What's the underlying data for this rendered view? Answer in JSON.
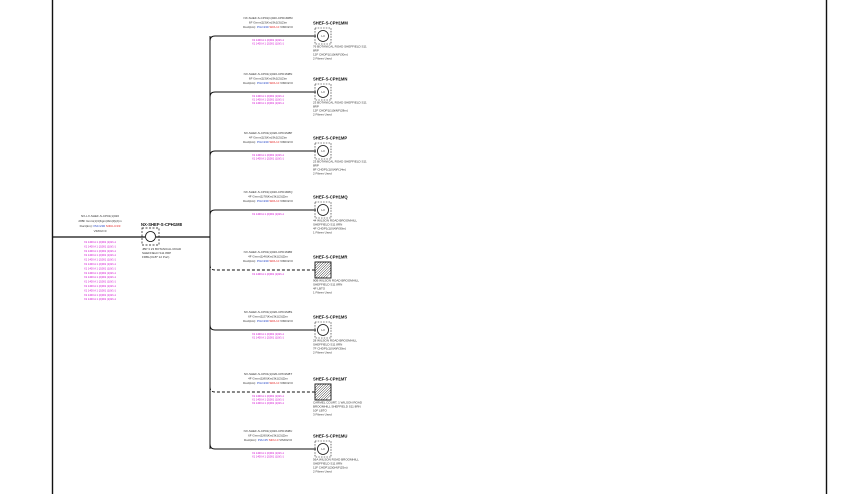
{
  "source": {
    "line1": "NX-LX-SHEF-S-CP01(1)020",
    "line2": "288F Gmm(1)3(Kgm)3k1(3)(2)m",
    "duct_prefix": "Duct(km):",
    "duct_blue": "PIA=230",
    "duct_red": "SIDU-C3/3",
    "line4": "VIMO2=0",
    "magenta_lines": [
      "X1 1400 A 1 (2)001 (1)0/1-1",
      "X1 1400 A 1 (2)001 (1)0/1-1",
      "X1 1400 A 1 (2)001 (1)0/1-1",
      "X1 1400 A 1 (2)001 (1)0/1-1",
      "X1 1400 A 1 (2)001 (1)0/1-1",
      "X1 1400 A 1 (2)001 (1)0/1-1",
      "X1 1400 A 1 (2)001 (1)0/1-1",
      "X1 1400 A 1 (2)001 (1)0/1-1",
      "X1 1400 A 1 (2)001 (1)0/1-1",
      "X1 1400 A 1 (2)001 (1)0/1-1",
      "X1 1400 A 1 (2)001 (1)0/1-1",
      "X1 1400 A 1 (2)001 (1)0/1-1",
      "X1 1400 A 1 (2)001 (1)0/1-1",
      "X1 1400 A 1 (2)001 (1)0/1-1"
    ]
  },
  "hub": {
    "id": "NX-SHEF-S-CPH1M8",
    "desc1": "JBP 3 23 BOTANICAL ROAD",
    "desc2": "SHEFFIELD S11 8RP",
    "desc3": "FRBL(OLB* 12 Port)"
  },
  "branches": [
    {
      "cable1": "NX-SHEF-S-CP01(1)020-CPD1M8M",
      "cable2": "6F Gmm(1)3(Km)3k1(3)(2)m",
      "duct_prefix": "Duct(km):",
      "duct_blue": "PIA=230",
      "duct_red": "SIDU-0",
      "duct_end": "VIMO2=0",
      "magenta": [
        "X1 1400 A 1 (2)001 (1)0/1-1",
        "X1 1400 A 1 (2)001 (1)0/1-1"
      ],
      "node_id": "SHEF-S-CPH1MM",
      "node_label": "L3",
      "dashed": false,
      "hatched": false,
      "addr": [
        "76 BOTANICAL ROAD SHEFFIELD S11",
        "8RP",
        "12F CHDP1(1)0(4)F(30m)",
        "2 Fibres Used"
      ]
    },
    {
      "cable1": "NX-SHEF-S-CP01(1)020-CPD1M8N",
      "cable2": "6F Gmm(1)3(Km)3k1(2)(2)m",
      "duct_prefix": "Duct(km):",
      "duct_blue": "PIA=230",
      "duct_red": "SIDU-0",
      "duct_end": "VIMO2=0",
      "magenta": [
        "X1 1400 A 1 (2)001 (1)0/1-1",
        "X1 1400 A 1 (2)001 (1)0/1-1",
        "X1 1400 A 1 (2)001 (1)0/1-1"
      ],
      "node_id": "SHEF-S-CPH1MN",
      "node_label": "L3",
      "dashed": false,
      "hatched": false,
      "addr": [
        "23 BOTANICAL ROAD SHEFFIELD S11",
        "8RP",
        "12F CHDP1(1)0(4)F(28m)",
        "2 Fibres Used"
      ]
    },
    {
      "cable1": "NX-SHEF-S-CP01(1)020-CPD1M8P",
      "cable2": "4F Gmm(1)3(Km)3k1(2)(2)m",
      "duct_prefix": "Duct(km):",
      "duct_blue": "PIA=230",
      "duct_red": "SIDU-0",
      "duct_end": "VIMO2=0",
      "magenta": [
        "X1 1400 A 1 (2)001 (1)0/1-1",
        "X1 1400 A 1 (2)001 (1)0/1-1"
      ],
      "node_id": "SHEF-S-CPH1MP",
      "node_label": "L3",
      "dashed": false,
      "hatched": false,
      "addr": [
        "23 BOTANICAL ROAD SHEFFIELD S11",
        "8RP",
        "8F CHDP1(1)0(4)F(14m)",
        "2 Fibres Used"
      ]
    },
    {
      "cable1": "NX-SHEF-S-CP01(1)020-CPD1M8Q",
      "cable2": "4F Gmm(1)78(Km)3k1(2)(2)m",
      "duct_prefix": "Duct(km):",
      "duct_blue": "PIA=230",
      "duct_red": "SIDU-0",
      "duct_end": "VIMO2=0",
      "magenta": [
        "X1 1400 A 1 (2)001 (1)0/1-1"
      ],
      "node_id": "SHEF-S-CPH1MQ",
      "node_label": "L3",
      "dashed": false,
      "hatched": false,
      "addr": [
        "44 WILSON ROAD BROOMHILL",
        "SHEFFIELD S11 8RN",
        "4F CHDP1(1)0(4)F(90m)",
        "1 Fibres Used"
      ]
    },
    {
      "cable1": "NX-SHEF-S-CP01(1)020-CPD1M8R",
      "cable2": "4F Gmm(1)46(Km)3k1(2)(2)m",
      "duct_prefix": "Duct(km):",
      "duct_blue": "PIA=230",
      "duct_red": "SIDU-0",
      "duct_end": "VIMO2=0",
      "magenta": [
        "X1 1400 A 1 (2)001 (1)0/1-1"
      ],
      "node_id": "SHEF-S-CPH1MR",
      "node_label": "",
      "dashed": true,
      "hatched": true,
      "addr": [
        "90B WILSON ROAD BROOMHILL",
        "SHEFFIELD S11 8RN",
        "4F LBTO",
        "1 Fibres Used"
      ]
    },
    {
      "cable1": "NX-SHEF-S-CP01(1)020-CPD1M8S",
      "cable2": "6F Gmm(1)27(Km)3k1(2)(2)m",
      "duct_prefix": "Duct(km):",
      "duct_blue": "PIA=230",
      "duct_red": "SIDU-0",
      "duct_end": "VIMO2=0",
      "magenta": [
        "X1 1400 A 1 (2)001 (1)0/1-1",
        "X1 1400 A 1 (2)001 (1)0/1-1"
      ],
      "node_id": "SHEF-S-CPH1MS",
      "node_label": "L3",
      "dashed": false,
      "hatched": false,
      "addr": [
        "28 WILSON ROAD BROOMHILL",
        "SHEFFIELD S11 8RN",
        "7F CHDP1(1)0(4)F(30m)",
        "2 Fibres Used"
      ]
    },
    {
      "cable1": "NX-SHEF-S-CP01(1)020-CPD1M8T",
      "cable2": "4F Gmm(1)80(Km)3k1(2)(2)m",
      "duct_prefix": "Duct(km):",
      "duct_blue": "PIA=230",
      "duct_red": "SIDU-0",
      "duct_end": "VIMO2=0",
      "magenta": [
        "X1 1400 A 1 (2)001 (1)0/1-1",
        "X1 1400 A 1 (2)001 (1)0/1-1",
        "X1 1400 A 1 (2)001 (1)0/1-1"
      ],
      "node_id": "SHEF-S-CPH1MT",
      "node_label": "",
      "dashed": true,
      "hatched": true,
      "addr": [
        "CARMEL COURT, 1 WILSON ROAD",
        "BROOMHILL SHEFFIELD S11 8RN",
        "10F LBTO",
        "3 Fibres Used"
      ]
    },
    {
      "cable1": "NX-SHEF-S-CP01(1)020-CPD1M8U",
      "cable2": "6F Gmm(1)90(Km)3k1(2)(2)m",
      "duct_prefix": "Duct(km):",
      "duct_blue": "PIA=45",
      "duct_red": "SIDU-0",
      "duct_end": "VIMO2=0",
      "magenta": [
        "X1 1400 A 1 (2)001 (1)0/1-1",
        "X1 1400 A 1 (2)001 (1)0/1-1"
      ],
      "node_id": "SHEF-S-CPH1MU",
      "node_label": "L3",
      "dashed": false,
      "hatched": false,
      "addr": [
        "56A WILSON ROAD BROOMHILL",
        "SHEFFIELD S11 8RN",
        "11F CHDP1(2)0(4)F(25m)",
        "2 Fibres Used"
      ]
    }
  ]
}
